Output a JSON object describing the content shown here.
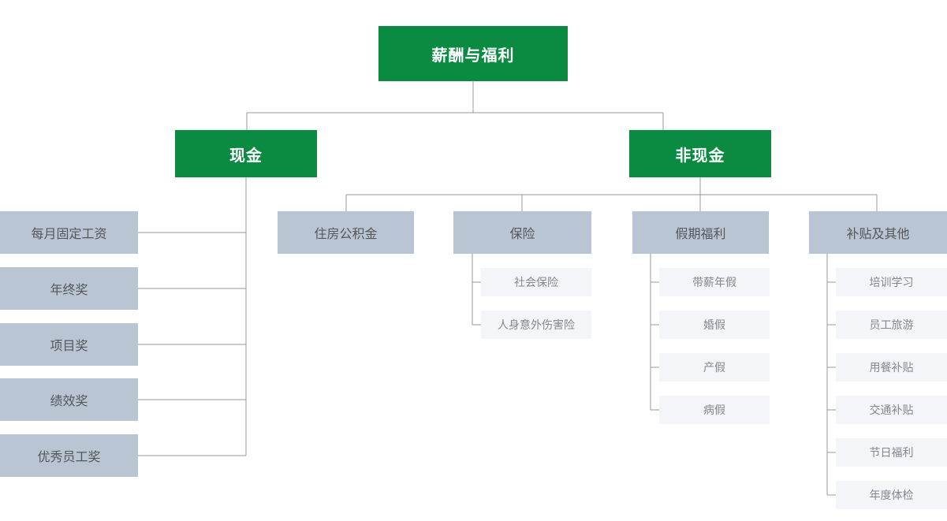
{
  "palette": {
    "green": "#0b8a42",
    "gray_node": "#b9c5d2",
    "light_node": "#f3f5f9",
    "connector_line": "#999999",
    "text_dark": "#54575b",
    "text_muted": "#83878e",
    "text_on_green": "#ffffff"
  },
  "tree": {
    "root": {
      "label": "薪酬与福利"
    },
    "cash": {
      "label": "现金",
      "children": [
        "每月固定工资",
        "年终奖",
        "项目奖",
        "绩效奖",
        "优秀员工奖"
      ]
    },
    "noncash": {
      "label": "非现金",
      "children": [
        {
          "label": "住房公积金",
          "children": []
        },
        {
          "label": "保险",
          "children": [
            "社会保险",
            "人身意外伤害险"
          ]
        },
        {
          "label": "假期福利",
          "children": [
            "带薪年假",
            "婚假",
            "产假",
            "病假"
          ]
        },
        {
          "label": "补贴及其他",
          "children": [
            "培训学习",
            "员工旅游",
            "用餐补贴",
            "交通补贴",
            "节日福利",
            "年度体检"
          ]
        }
      ]
    }
  }
}
